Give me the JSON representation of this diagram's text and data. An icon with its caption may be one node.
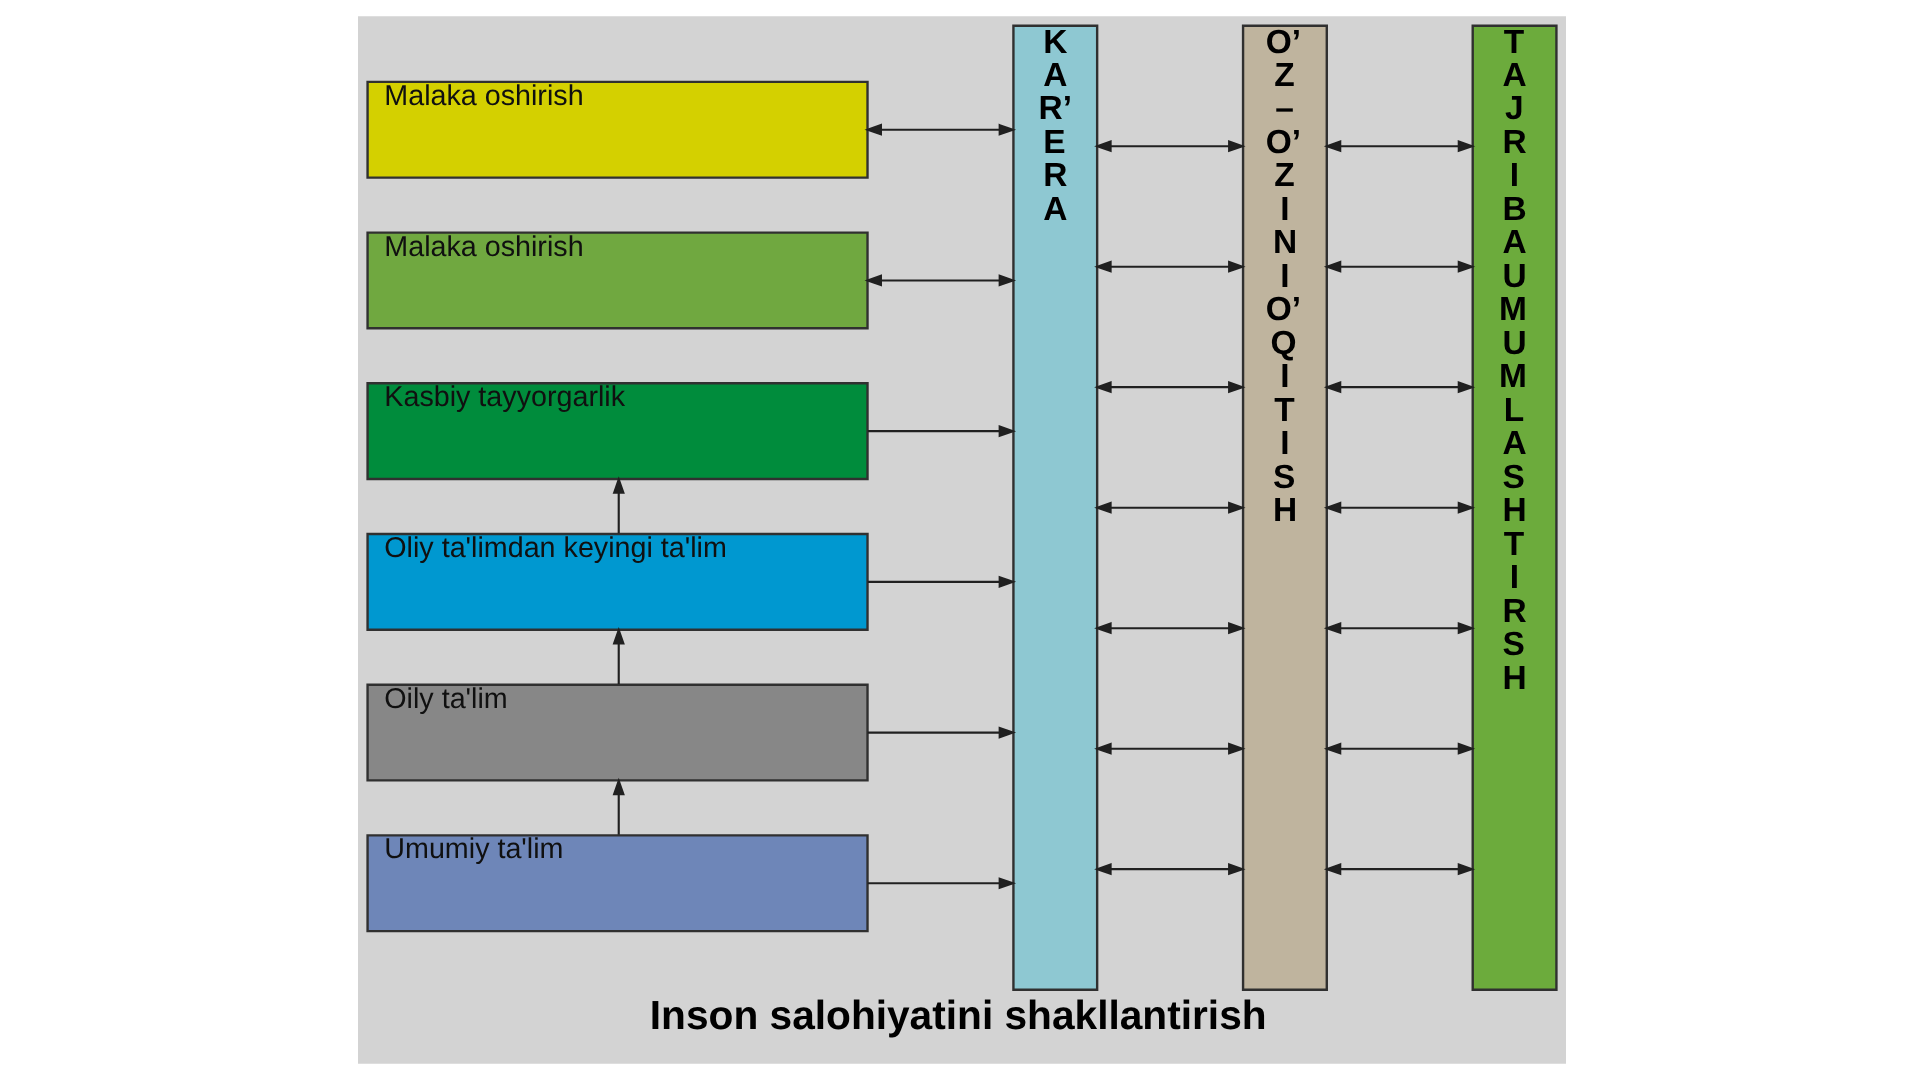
{
  "diagram": {
    "title": "Inson salohiyatini shakllantirish",
    "nodes": [
      {
        "text": [
          "Malaka oshirish"
        ]
      },
      {
        "text": [
          "Malaka oshirish"
        ]
      },
      {
        "text": [
          "Kasbiy tayyorgarlik"
        ]
      },
      {
        "text": [
          "Oliy ta'limdan keyingi ta'lim"
        ]
      },
      {
        "text": [
          "Oily ta'lim"
        ]
      },
      {
        "text": [
          "Umumiy ta'lim"
        ]
      },
      {
        "text": [
          "KAR’ERA"
        ]
      },
      {
        "text": [
          "O’Z–O’ZINI O’QITISH"
        ]
      },
      {
        "text": [
          "TAJRIBA UMUMLASHTIRSH"
        ]
      }
    ],
    "edges": [
      {
        "from": 0,
        "to": 6,
        "arrow": "both"
      },
      {
        "from": 1,
        "to": 6,
        "arrow": "both"
      },
      {
        "from": 2,
        "to": 6,
        "arrow": "to"
      },
      {
        "from": 3,
        "to": 6,
        "arrow": "to"
      },
      {
        "from": 4,
        "to": 6,
        "arrow": "to"
      },
      {
        "from": 5,
        "to": 6,
        "arrow": "to"
      },
      {
        "from": 5,
        "to": 4,
        "arrow": "to"
      },
      {
        "from": 4,
        "to": 3,
        "arrow": "to"
      },
      {
        "from": 3,
        "to": 2,
        "arrow": "to"
      },
      {
        "from": 6,
        "to": 7,
        "arrow": "both"
      },
      {
        "from": 6,
        "to": 7,
        "arrow": "both"
      },
      {
        "from": 6,
        "to": 7,
        "arrow": "both"
      },
      {
        "from": 6,
        "to": 7,
        "arrow": "both"
      },
      {
        "from": 6,
        "to": 7,
        "arrow": "both"
      },
      {
        "from": 6,
        "to": 7,
        "arrow": "both"
      },
      {
        "from": 6,
        "to": 7,
        "arrow": "both"
      },
      {
        "from": 7,
        "to": 8,
        "arrow": "both"
      },
      {
        "from": 7,
        "to": 8,
        "arrow": "both"
      },
      {
        "from": 7,
        "to": 8,
        "arrow": "both"
      },
      {
        "from": 7,
        "to": 8,
        "arrow": "both"
      },
      {
        "from": 7,
        "to": 8,
        "arrow": "both"
      },
      {
        "from": 7,
        "to": 8,
        "arrow": "both"
      },
      {
        "from": 7,
        "to": 8,
        "arrow": "both"
      }
    ]
  }
}
